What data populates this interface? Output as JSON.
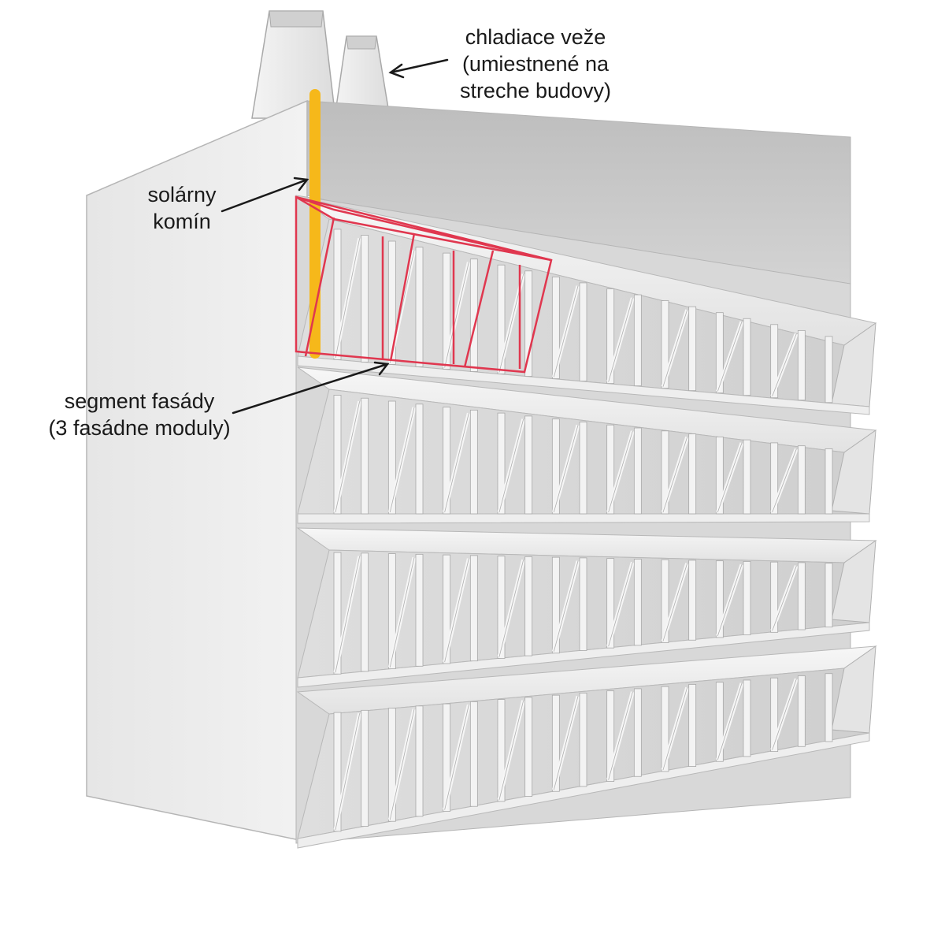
{
  "labels": {
    "cooling_towers": {
      "line1": "chladiace veže",
      "line2": "(umiestnené na",
      "line3": "streche budovy)"
    },
    "solar_chimney": {
      "line1": "solárny",
      "line2": "komín"
    },
    "facade_segment": {
      "line1": "segment fasády",
      "line2": "(3 fasádne moduly)"
    }
  },
  "colors": {
    "solar_chimney": "#f6b81a",
    "segment_outline": "#e0374f",
    "building_light": "#efefef",
    "building_shadow": "#c9c9c9"
  }
}
